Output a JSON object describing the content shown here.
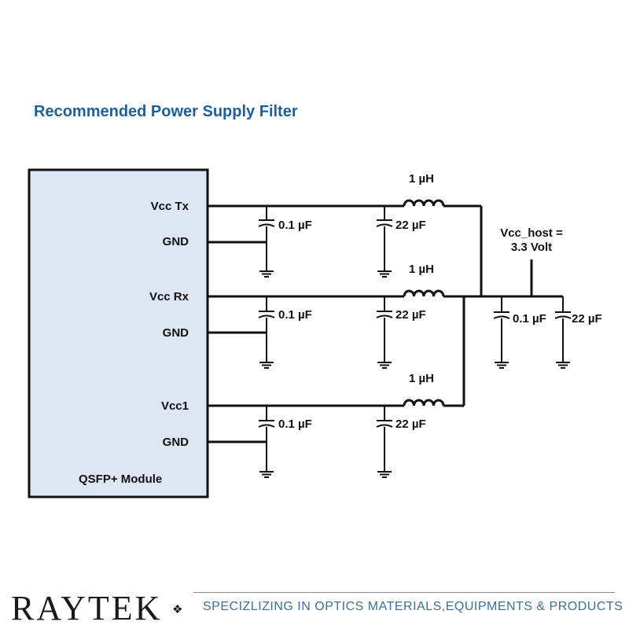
{
  "title": "Recommended Power Supply Filter",
  "module": {
    "name": "QSFP+ Module",
    "pins": [
      "Vcc Tx",
      "GND",
      "Vcc Rx",
      "GND",
      "Vcc1",
      "GND"
    ]
  },
  "components": {
    "inductor": "1 µH",
    "cap_small": "0.1 µF",
    "cap_large": "22 µF"
  },
  "host": {
    "label_line1": "Vcc_host =",
    "label_line2": "3.3 Volt"
  },
  "footer": {
    "brand": "RAYTEK",
    "tagline": "SPECIZLIZING IN OPTICS  MATERIALS,EQUIPMENTS & PRODUCTS"
  }
}
